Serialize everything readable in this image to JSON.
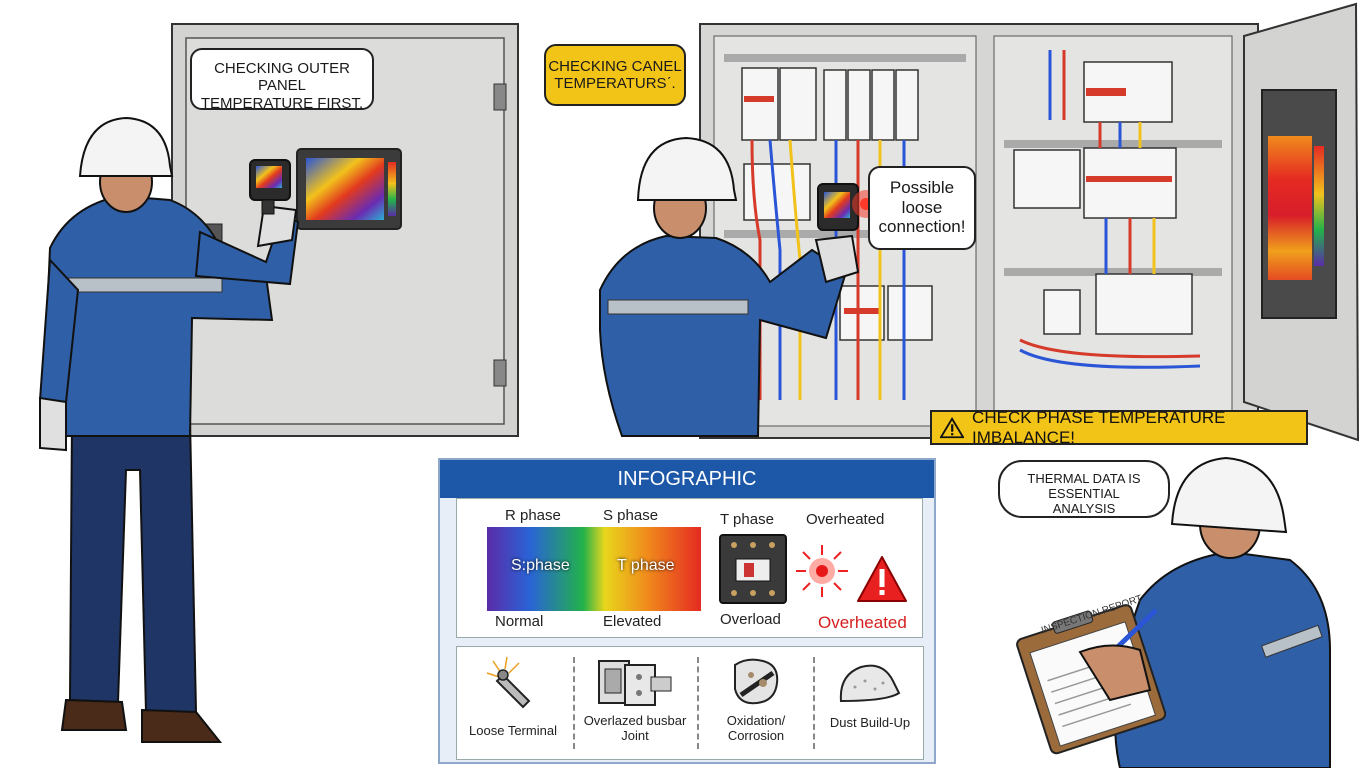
{
  "bubbles": {
    "outer_panel_line1": "CHECKING OUTER PANEL",
    "outer_panel_line2": "TEMPERATURE FIRST.",
    "panel_temps_line1": "CHECKING CANEL",
    "panel_temps_line2": "TEMPERATURSˊ.",
    "loose_line1": "Possible",
    "loose_line2": "loose",
    "loose_line3": "connection!",
    "thermal_line1": "THERMAL DATA IS ESSENTIAL",
    "thermal_line2": "ANALYSIS"
  },
  "warning": {
    "icon": "warning-triangle-icon",
    "text": "CHECK PHASE TEMPERATURE IMBALANCE!"
  },
  "clipboard": {
    "title": "INSPECTION REPORT"
  },
  "infographic": {
    "title": "INFOGRAPHIC",
    "scale": {
      "r_phase": "R phase",
      "s_phase_top": "S phase",
      "s_phase_inner": "S:phase",
      "t_phase_inner": "T phase",
      "normal": "Normal",
      "elevated": "Elevated"
    },
    "overload": {
      "t_phase": "T phase",
      "overheated_top": "Overheated",
      "overload": "Overload",
      "overheated_bottom": "Overheated",
      "overheated_color": "#d62020"
    },
    "causes": [
      {
        "icon": "loose-terminal-icon",
        "line1": "Loose Terminal",
        "line2": ""
      },
      {
        "icon": "busbar-joint-icon",
        "line1": "Overlazed busbar",
        "line2": "Joint"
      },
      {
        "icon": "oxidation-icon",
        "line1": "Oxidation/",
        "line2": "Corrosion"
      },
      {
        "icon": "dust-icon",
        "line1": "Dust Build-Up",
        "line2": ""
      }
    ]
  },
  "colors": {
    "accent_blue": "#1d57a8",
    "warning_yellow": "#f3c418",
    "uniform_blue": "#2f5fa6",
    "helmet": "#f4f4f4"
  }
}
